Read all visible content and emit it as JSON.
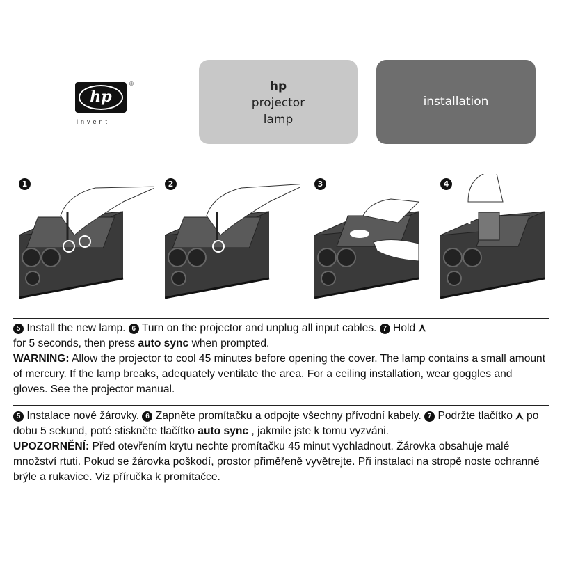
{
  "logo": {
    "mark": "hp",
    "registered": "®",
    "tagline": "invent"
  },
  "header": {
    "product_brand": "hp",
    "product_line1": "projector",
    "product_line2": "lamp",
    "section": "installation"
  },
  "steps": [
    {
      "number": "1"
    },
    {
      "number": "2"
    },
    {
      "number": "3"
    },
    {
      "number": "4"
    }
  ],
  "english": {
    "n5": "5",
    "t5": " Install the new lamp. ",
    "n6": "6",
    "t6": " Turn on the projector and unplug all input cables. ",
    "n7": "7",
    "t7a": " Hold ",
    "caret": "⋏",
    "t7b": "for 5 seconds, then press ",
    "auto_sync": "auto sync",
    "t7c": " when prompted.",
    "warning_label": "WARNING:",
    "warning_text": " Allow the projector to cool 45 minutes before opening the cover. The lamp contains a small amount of mercury. If the lamp breaks, adequately ventilate the area. For a ceiling installation, wear goggles and gloves. See the projector manual."
  },
  "czech": {
    "n5": "5",
    "t5": " Instalace nové žárovky. ",
    "n6": "6",
    "t6": " Zapněte promítačku a odpojte všechny přívodní kabely.    ",
    "n7": "7",
    "t7a": " Podržte tlačítko ",
    "caret": "⋏",
    "t7b": " po dobu 5 sekund, poté stiskněte tlačítko ",
    "auto_sync": "auto sync",
    "t7c": " , jakmile jste k tomu vyzváni.",
    "warning_label": "UPOZORNĚNÍ:",
    "warning_text": " Před otevřením krytu nechte promítačku 45 minut vychladnout. Žárovka obsahuje malé množství rtuti. Pokud se žárovka poškodí, prostor přiměřeně vyvětrejte. Při instalaci na stropě noste ochranné brýle a rukavice. Viz příručka k promítačce."
  }
}
